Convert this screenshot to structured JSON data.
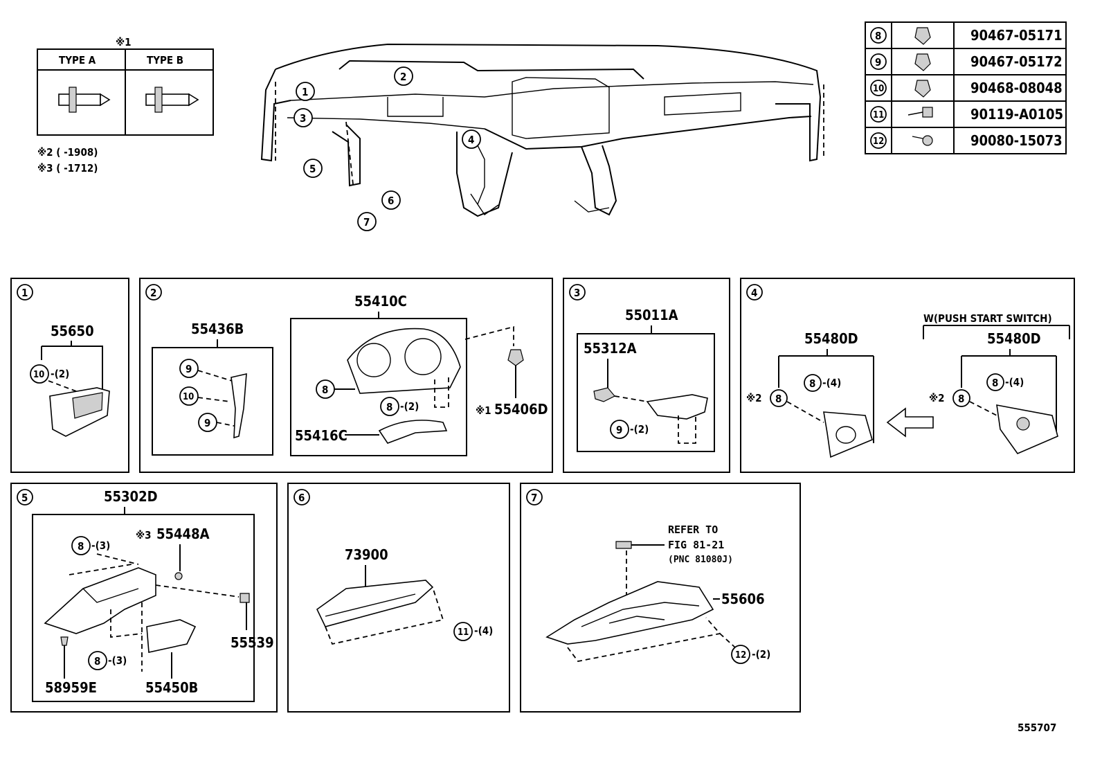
{
  "legend_types": {
    "mark": "※1",
    "type_a": "TYPE A",
    "type_b": "TYPE B"
  },
  "notes": {
    "note2": "※2 (      -1908)",
    "note3": "※3 (      -1712)"
  },
  "fastener_table": [
    {
      "ref": "8",
      "part": "90467-05171"
    },
    {
      "ref": "9",
      "part": "90467-05172"
    },
    {
      "ref": "10",
      "part": "90468-08048"
    },
    {
      "ref": "11",
      "part": "90119-A0105"
    },
    {
      "ref": "12",
      "part": "90080-15073"
    }
  ],
  "overview_callouts": [
    "1",
    "2",
    "3",
    "4",
    "5",
    "6",
    "7"
  ],
  "panel1": {
    "num": "1",
    "part": "55650",
    "clip": "10",
    "clip_qty": "-(2)"
  },
  "panel2": {
    "num": "2",
    "part_a": "55436B",
    "part_b": "55410C",
    "part_c": "55416C",
    "part_d": "55406D",
    "mark_d": "※1",
    "c9a": "9",
    "c10": "10",
    "c9b": "9",
    "c8a": "8",
    "c8b": "8",
    "c8b_qty": "-(2)"
  },
  "panel3": {
    "num": "3",
    "part_a": "55011A",
    "part_b": "55312A",
    "c9": "9",
    "c9_qty": "-(2)"
  },
  "panel4": {
    "num": "4",
    "condition": "W(PUSH START SWITCH)",
    "part_left": "55480D",
    "part_right": "55480D",
    "mark": "※2",
    "c8": "8",
    "c8_qty": "-(4)"
  },
  "panel5": {
    "num": "5",
    "part_main": "55302D",
    "part_b": "55448A",
    "mark_b": "※3",
    "part_c": "55539",
    "part_d": "58959E",
    "part_e": "55450B",
    "c8": "8",
    "c8_qty": "-(3)"
  },
  "panel6": {
    "num": "6",
    "part": "73900",
    "c11": "11",
    "c11_qty": "-(4)"
  },
  "panel7": {
    "num": "7",
    "refer1": "REFER TO",
    "refer2": "FIG 81-21",
    "refer3": "(PNC 81080J)",
    "part": "55606",
    "c12": "12",
    "c12_qty": "-(2)"
  },
  "footer_code": "555707"
}
